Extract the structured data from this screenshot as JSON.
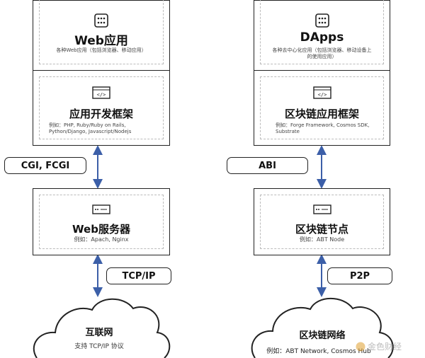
{
  "web": {
    "app": {
      "title": "Web应用",
      "sub": "各种Web应用（包括浏览器、移动应用）"
    },
    "framework": {
      "title": "应用开发框架",
      "sub": "例如：PHP, Ruby/Ruby on Rails, Python/Django, Javascript/Nodejs"
    },
    "protocol": "CGI, FCGI",
    "server": {
      "title": "Web服务器",
      "sub": "例如：Apach, Nginx"
    },
    "transport": "TCP/IP",
    "network": {
      "title": "互联网",
      "sub": "支持 TCP/IP 协议"
    }
  },
  "chain": {
    "app": {
      "title": "DApps",
      "sub": "各种去中心化应用（包括浏览器、移动设备上的使用应用）"
    },
    "framework": {
      "title": "区块链应用框架",
      "sub": "例如：Forge Framework, Cosmos SDK, Substrate"
    },
    "protocol": "ABI",
    "node": {
      "title": "区块链节点",
      "sub": "例如：ABT Node"
    },
    "transport": "P2P",
    "network": {
      "title": "区块链网络",
      "sub": "例如：ABT Network, Cosmos Hub"
    }
  },
  "watermark": "金色财经",
  "icons": {
    "app": "app-window-icon",
    "code": "code-window-icon",
    "server": "server-window-icon"
  }
}
